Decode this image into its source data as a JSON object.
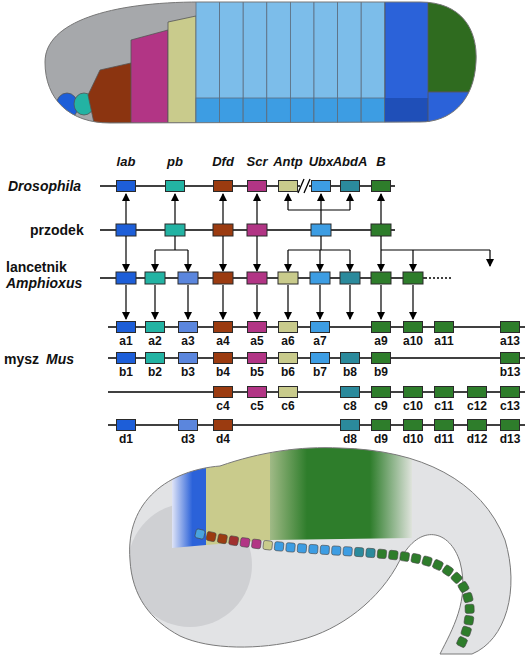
{
  "diagram": {
    "nodes": [
      {
        "text": [
          "lab"
        ]
      },
      {
        "text": [
          "pb"
        ]
      },
      {
        "text": [
          "Dfd"
        ]
      },
      {
        "text": [
          "Scr"
        ]
      },
      {
        "text": [
          "Antp"
        ]
      },
      {
        "text": [
          "Ubx"
        ]
      },
      {
        "text": [
          "AbdA"
        ]
      },
      {
        "text": [
          "B"
        ]
      },
      {
        "text": [
          "a1"
        ]
      },
      {
        "text": [
          "a2"
        ]
      },
      {
        "text": [
          "a3"
        ]
      },
      {
        "text": [
          "a4"
        ]
      },
      {
        "text": [
          "a5"
        ]
      },
      {
        "text": [
          "a6"
        ]
      },
      {
        "text": [
          "a7"
        ]
      },
      {
        "text": [
          "a9"
        ]
      },
      {
        "text": [
          "a10"
        ]
      },
      {
        "text": [
          "a11"
        ]
      },
      {
        "text": [
          "a13"
        ]
      },
      {
        "text": [
          "b1"
        ]
      },
      {
        "text": [
          "b2"
        ]
      },
      {
        "text": [
          "b3"
        ]
      },
      {
        "text": [
          "b4"
        ]
      },
      {
        "text": [
          "b5"
        ]
      },
      {
        "text": [
          "b6"
        ]
      },
      {
        "text": [
          "b7"
        ]
      },
      {
        "text": [
          "b8"
        ]
      },
      {
        "text": [
          "b9"
        ]
      },
      {
        "text": [
          "b13"
        ]
      },
      {
        "text": [
          "c4"
        ]
      },
      {
        "text": [
          "c5"
        ]
      },
      {
        "text": [
          "c6"
        ]
      },
      {
        "text": [
          "c8"
        ]
      },
      {
        "text": [
          "c9"
        ]
      },
      {
        "text": [
          "c10"
        ]
      },
      {
        "text": [
          "c11"
        ]
      },
      {
        "text": [
          "c12"
        ]
      },
      {
        "text": [
          "c13"
        ]
      },
      {
        "text": [
          "d1"
        ]
      },
      {
        "text": [
          "d3"
        ]
      },
      {
        "text": [
          "d4"
        ]
      },
      {
        "text": [
          "d8"
        ]
      },
      {
        "text": [
          "d9"
        ]
      },
      {
        "text": [
          "d10"
        ]
      },
      {
        "text": [
          "d11"
        ]
      },
      {
        "text": [
          "d12"
        ]
      },
      {
        "text": [
          "d13"
        ]
      }
    ],
    "labels": [
      "Drosophila",
      "przodek",
      "lancetnik",
      "Amphioxus",
      "mysz",
      "Mus"
    ]
  }
}
